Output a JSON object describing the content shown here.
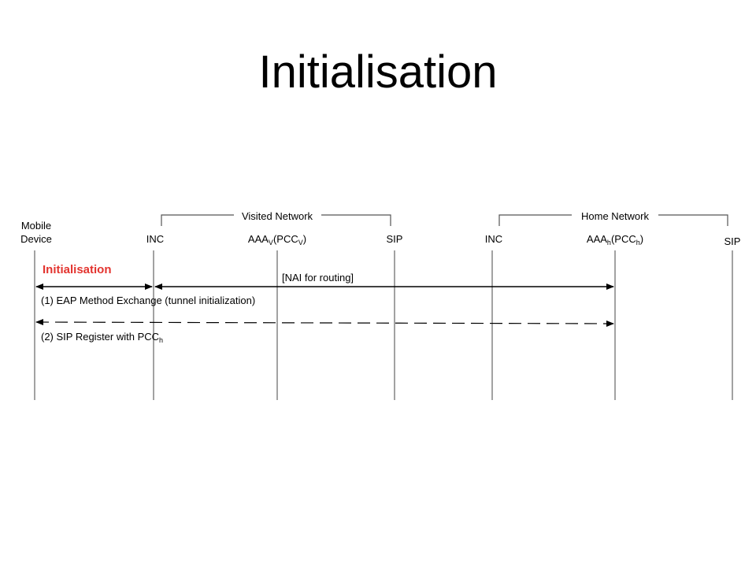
{
  "title": "Initialisation",
  "groups": {
    "visited": "Visited Network",
    "home": "Home Network"
  },
  "entities": {
    "mobile_line1": "Mobile",
    "mobile_line2": "Device",
    "inc_visited": "INC",
    "aaa_v": {
      "main": "AAA",
      "sub": "V",
      "paren_open": "(PCC",
      "paren_sub": "V",
      "paren_close": ")"
    },
    "sip_visited": "SIP",
    "inc_home": "INC",
    "aaa_h": {
      "main": "AAA",
      "sub": "h",
      "paren_open": "(PCC",
      "paren_sub": "h",
      "paren_close": ")"
    },
    "sip_home": "SIP"
  },
  "phase": {
    "label": "Initialisation",
    "color": "#e3342f"
  },
  "messages": {
    "nai": "[NAI for routing]",
    "msg1": "(1) EAP Method Exchange (tunnel initialization)",
    "msg2_main": "(2) SIP Register with PCC",
    "msg2_sub": "h"
  }
}
